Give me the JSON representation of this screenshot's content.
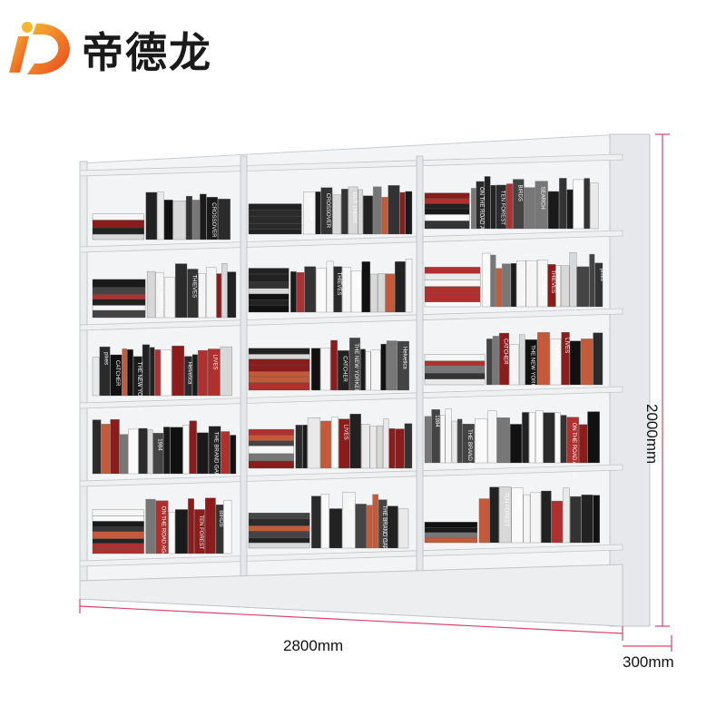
{
  "brand": {
    "name": "帝德龙",
    "logo_letters": "iD",
    "logo_colors": [
      "#f5a623",
      "#e8471e"
    ]
  },
  "dimensions": {
    "width_label": "2800mm",
    "depth_label": "300mm",
    "height_label": "2000mm",
    "line_color": "#d9436a"
  },
  "shelf": {
    "color": "#eef0f2",
    "columns": 3,
    "rows": 5
  },
  "book_spine_texts": [
    "CROSSOVER",
    "OUT THERE",
    "THIEVES",
    "pixes",
    "CATCHER",
    "THE NEW YORKER",
    "Helvetica",
    "LIVES",
    "1984",
    "THE BRAND GAP",
    "ON THE ROAD AGAIN",
    "TEN FOREST",
    "BIRDS",
    "SEARCH"
  ]
}
